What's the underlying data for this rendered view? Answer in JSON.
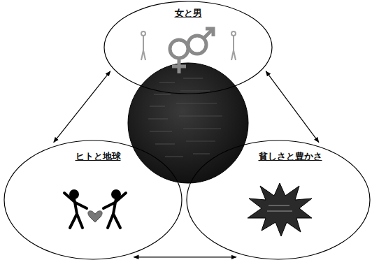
{
  "diagram": {
    "nodes": [
      {
        "text": [
          "女と男"
        ]
      },
      {
        "text": [
          "ヒトと地球"
        ]
      },
      {
        "text": [
          "貧しさと豊かさ"
        ]
      }
    ],
    "edges": [
      {
        "from": 0,
        "to": 1,
        "arrow": "both"
      },
      {
        "from": 0,
        "to": 2,
        "arrow": "both"
      },
      {
        "from": 1,
        "to": 2,
        "arrow": "both"
      }
    ]
  }
}
